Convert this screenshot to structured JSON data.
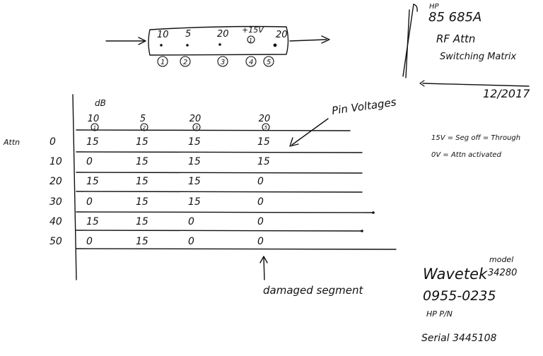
{
  "device": {
    "maker": "HP",
    "model": "85 685A",
    "title_line1": "RF Attn",
    "title_line2": "Switching Matrix",
    "date": "12/2017"
  },
  "segment_diagram": {
    "segments": [
      "10",
      "5",
      "20",
      "+15V",
      "20"
    ],
    "pins": [
      "1",
      "2",
      "3",
      "4",
      "5"
    ],
    "arrow_direction": "right"
  },
  "table": {
    "unit": "dB",
    "row_header": "Attn",
    "columns": [
      {
        "value": "10",
        "pin": "1"
      },
      {
        "value": "5",
        "pin": "2"
      },
      {
        "value": "20",
        "pin": "3"
      },
      {
        "value": "20",
        "pin": "5"
      }
    ],
    "rows": [
      {
        "attn": "0",
        "cells": [
          "15",
          "15",
          "15",
          "15"
        ]
      },
      {
        "attn": "10",
        "cells": [
          "0",
          "15",
          "15",
          "15"
        ]
      },
      {
        "attn": "20",
        "cells": [
          "15",
          "15",
          "15",
          "0"
        ]
      },
      {
        "attn": "30",
        "cells": [
          "0",
          "15",
          "15",
          "0"
        ]
      },
      {
        "attn": "40",
        "cells": [
          "15",
          "15",
          "0",
          "0"
        ]
      },
      {
        "attn": "50",
        "cells": [
          "0",
          "15",
          "0",
          "0"
        ]
      }
    ]
  },
  "annotations": {
    "pin_voltages": "Pin Voltages",
    "damaged_segment": "damaged segment",
    "legend_line1": "15V = Seg off = Through",
    "legend_line2": "0V = Attn activated"
  },
  "part_info": {
    "brand": "Wavetek",
    "model_label": "model",
    "model_number": "34280",
    "part_number": "0955-0235",
    "hp_pn_label": "HP P/N",
    "serial": "Serial 3445108"
  }
}
